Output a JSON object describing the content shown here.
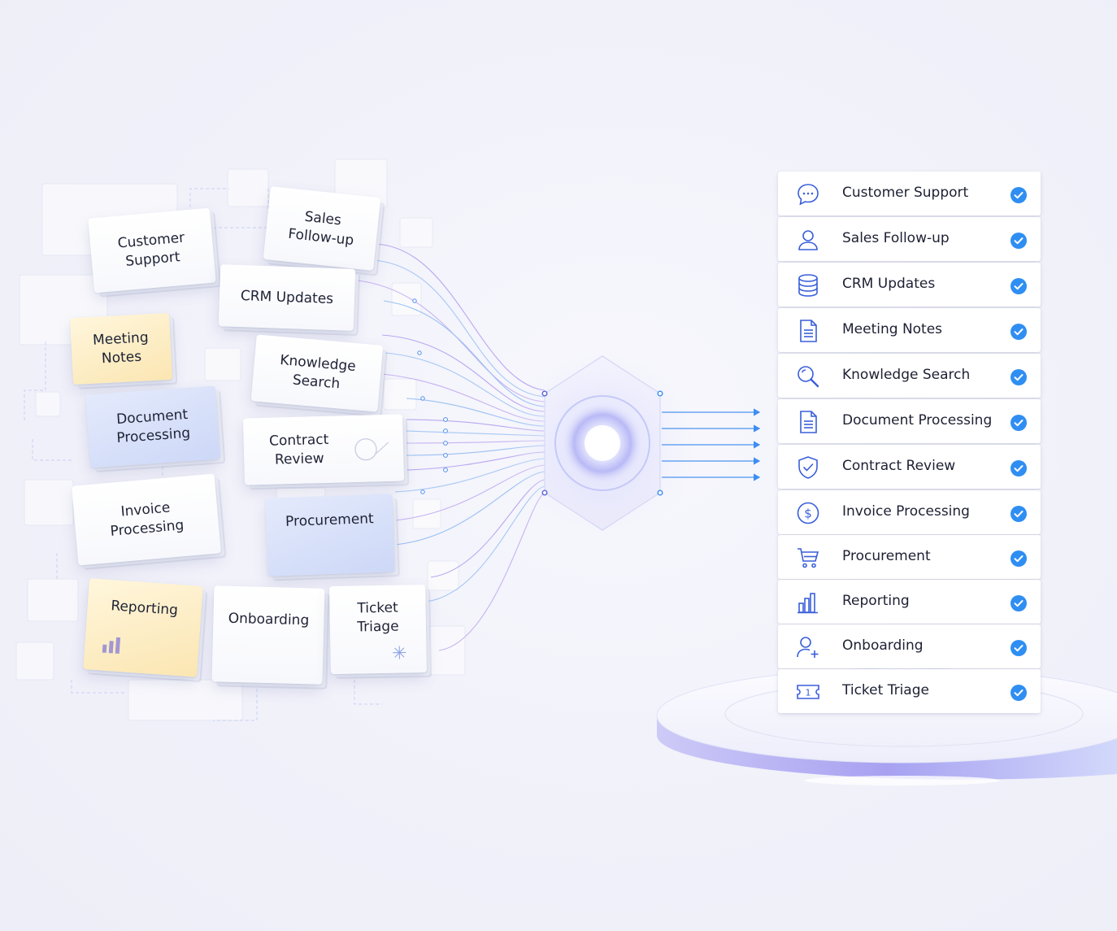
{
  "input_cards": [
    {
      "label": "Customer\nSupport",
      "style": "white"
    },
    {
      "label": "Sales\nFollow-up",
      "style": "white"
    },
    {
      "label": "CRM Updates",
      "style": "white"
    },
    {
      "label": "Meeting\nNotes",
      "style": "yellow"
    },
    {
      "label": "Knowledge\nSearch",
      "style": "white"
    },
    {
      "label": "Document\nProcessing",
      "style": "blue"
    },
    {
      "label": "Contract\nReview",
      "style": "white"
    },
    {
      "label": "Invoice\nProcessing",
      "style": "white"
    },
    {
      "label": "Procurement",
      "style": "blue"
    },
    {
      "label": "Reporting",
      "style": "yellow"
    },
    {
      "label": "Onboarding",
      "style": "white"
    },
    {
      "label": "Ticket\nTriage",
      "style": "white"
    }
  ],
  "output_list": [
    {
      "label": "Customer Support",
      "icon": "chat-bubble-icon",
      "status": "complete"
    },
    {
      "label": "Sales Follow-up",
      "icon": "person-icon",
      "status": "complete"
    },
    {
      "label": "CRM Updates",
      "icon": "database-icon",
      "status": "complete"
    },
    {
      "label": "Meeting Notes",
      "icon": "document-icon",
      "status": "complete"
    },
    {
      "label": "Knowledge Search",
      "icon": "magnifier-icon",
      "status": "complete"
    },
    {
      "label": "Document Processing",
      "icon": "document-icon",
      "status": "complete"
    },
    {
      "label": "Contract Review",
      "icon": "shield-check-icon",
      "status": "complete"
    },
    {
      "label": "Invoice Processing",
      "icon": "dollar-circle-icon",
      "status": "complete"
    },
    {
      "label": "Procurement",
      "icon": "cart-icon",
      "status": "complete"
    },
    {
      "label": "Reporting",
      "icon": "bar-chart-icon",
      "status": "complete"
    },
    {
      "label": "Onboarding",
      "icon": "add-user-icon",
      "status": "complete"
    },
    {
      "label": "Ticket Triage",
      "icon": "ticket-icon",
      "status": "complete"
    }
  ],
  "colors": {
    "accent_blue": "#2f8cf0",
    "icon_blue": "#3a5fd9",
    "check_blue": "#2f8ef2",
    "card_yellow": "#fbe6b2",
    "card_blue": "#cdd8f7",
    "glow_violet": "#a9a4f5",
    "flow_line": "#b9a8f0"
  }
}
